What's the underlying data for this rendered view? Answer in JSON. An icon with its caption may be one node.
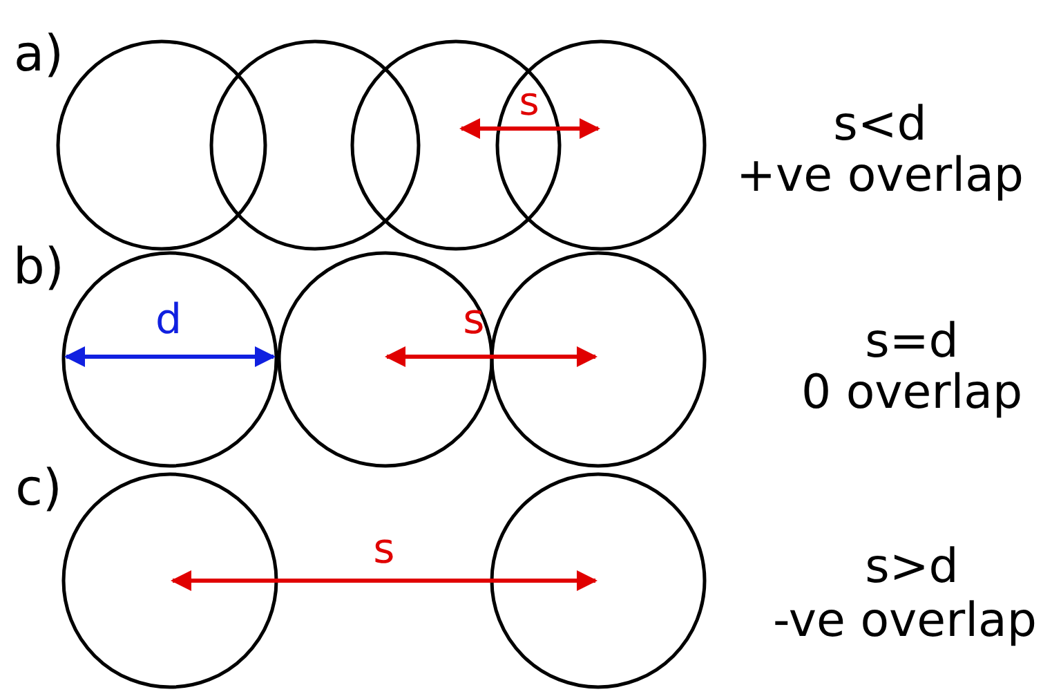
{
  "diagram": {
    "labels": [
      "a)",
      "s",
      "s<d",
      "+ve overlap",
      "b)",
      "d",
      "s",
      "s=d",
      "0 overlap",
      "c)",
      "s",
      "s>d",
      "-ve overlap"
    ]
  }
}
